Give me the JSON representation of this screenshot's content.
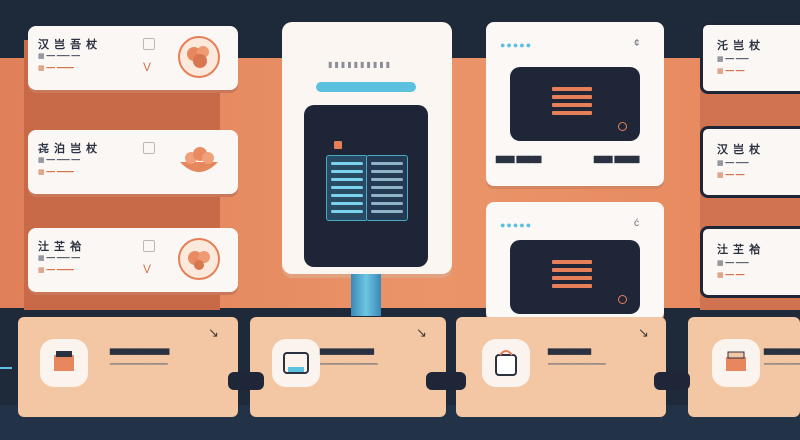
{
  "left_cards": [
    {
      "title": "汉 岂 吾 杖",
      "subtitle": "▦ ━━ ━━━ ━━",
      "detail": "▦ ━━ ━━━━",
      "check": "",
      "mark": "V"
    },
    {
      "title": "㐂 泊 岂 杖",
      "subtitle": "▦ ━━ ━━━ ━━",
      "detail": "▦ ━━ ━━━━",
      "check": "",
      "mark": ""
    },
    {
      "title": "汢 芏 祫",
      "subtitle": "▦ ━━ ━━━ ━━",
      "detail": "▦ ━━ ━━━━",
      "check": "",
      "mark": "V"
    }
  ],
  "device": {
    "header_dots": "▮▮▮▮▮▮▮▮▮▮",
    "accent": "#5cc0df"
  },
  "right_cards": [
    {
      "dots": "●●●●●",
      "tick": "¢",
      "footer_left": "▆▆▆ ▆▆▆▆",
      "footer_right": "▆▆▆ ▆▆▆▆"
    },
    {
      "dots": "●●●●●",
      "tick": "ć",
      "footer_left": "",
      "footer_right": ""
    }
  ],
  "far_right_cards": [
    {
      "title": "汑 岂 杖",
      "subtitle": "▦ ━━ ━━━",
      "detail": "▦ ━━ ━━"
    },
    {
      "title": "汉 岂 杖",
      "subtitle": "▦ ━━ ━━━",
      "detail": "▦ ━━ ━━"
    },
    {
      "title": "汢 芏 祫",
      "subtitle": "▦ ━━ ━━━",
      "detail": "▦ ━━ ━━"
    }
  ],
  "bottom_cards": [
    {
      "title": "▆▆▆▆▆▆▆▆▆▆▆",
      "sub": "━━━━━━━━━━━━━━━━",
      "arrow": "↘"
    },
    {
      "title": "▆▆▆▆▆▆▆▆▆▆",
      "sub": "━━━━━━━━━━━━━━━━",
      "arrow": "↘"
    },
    {
      "title": "▆▆▆▆▆▆▆▆",
      "sub": "━━━━━━━━━━━━━━━━",
      "arrow": "↘"
    },
    {
      "title": "▆▆▆▆▆▆▆",
      "sub": "━━━━━━━━━━━━━",
      "arrow": ""
    }
  ],
  "colors": {
    "navy": "#1e2a3a",
    "orange": "#e0805a",
    "peach": "#f3c6a4",
    "cyan": "#5cc0df"
  }
}
